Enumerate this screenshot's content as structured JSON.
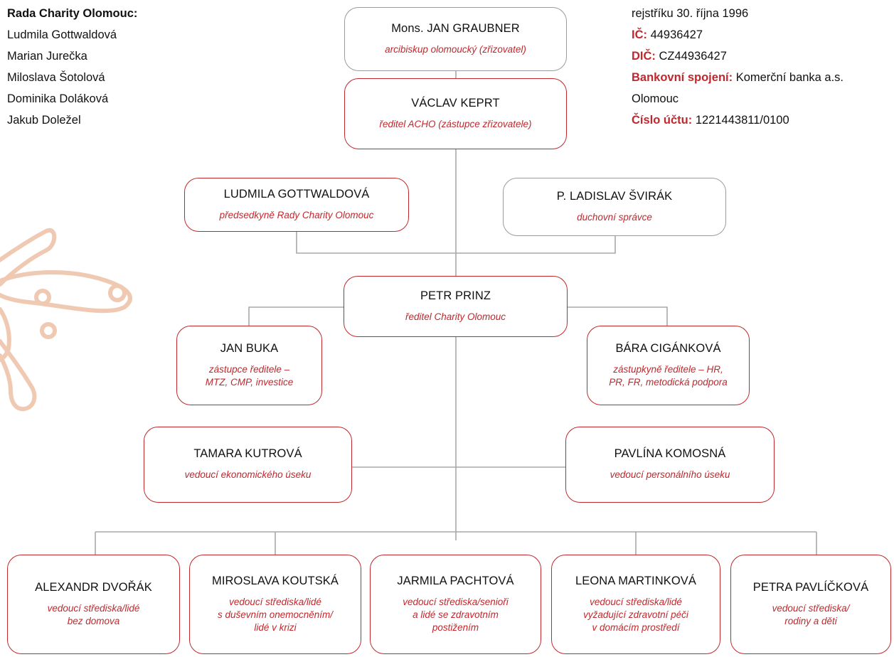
{
  "board": {
    "heading": "Rada Charity Olomouc:",
    "members": [
      "Ludmila Gottwaldová",
      "Marian Jurečka",
      "Miloslava Šotolová",
      "Dominika Doláková",
      "Jakub Doležel"
    ]
  },
  "info": {
    "registry_line": "rejstříku 30. října 1996",
    "ic_label": "IČ:",
    "ic_value": " 44936427",
    "dic_label": "DIČ:",
    "dic_value": " CZ44936427",
    "bank_label": "Bankovní spojení:",
    "bank_value": " Komerční banka a.s.",
    "bank_city": "Olomouc",
    "account_label": "Číslo účtu:",
    "account_value": " 1221443811/0100"
  },
  "colors": {
    "accent": "#c0282d",
    "grey_border": "#9a9a9a",
    "line": "#a8a8a8",
    "decor": "#f0c9b3"
  },
  "org": {
    "graubner": {
      "name": "Mons. JAN GRAUBNER",
      "role": "arcibiskup olomoucký (zřizovatel)"
    },
    "keprt": {
      "name": "VÁCLAV KEPRT",
      "role": "ředitel ACHO (zástupce zřizovatele)"
    },
    "gottwaldova": {
      "name": "LUDMILA GOTTWALDOVÁ",
      "role": "předsedkyně Rady Charity Olomouc"
    },
    "svirak": {
      "name": "P. LADISLAV ŠVIRÁK",
      "role": "duchovní správce"
    },
    "prinz": {
      "name": "PETR PRINZ",
      "role": "ředitel Charity Olomouc"
    },
    "buka": {
      "name": "JAN BUKA",
      "role": "zástupce ředitele –\nMTZ, CMP, investice"
    },
    "cigankova": {
      "name": "BÁRA CIGÁNKOVÁ",
      "role": "zástupkyně ředitele – HR,\nPR, FR, metodická podpora"
    },
    "kutrova": {
      "name": "TAMARA KUTROVÁ",
      "role": "vedoucí ekonomického úseku"
    },
    "komosna": {
      "name": "PAVLÍNA KOMOSNÁ",
      "role": "vedoucí personálního úseku"
    },
    "dvorak": {
      "name": "ALEXANDR DVOŘÁK",
      "role": "vedoucí střediska/lidé\nbez domova"
    },
    "koutska": {
      "name": "MIROSLAVA KOUTSKÁ",
      "role": "vedoucí střediska/lidé\ns duševním onemocněním/\nlidé v krizi"
    },
    "pachtova": {
      "name": "JARMILA PACHTOVÁ",
      "role": "vedoucí střediska/senioři\na lidé se zdravotním\npostižením"
    },
    "martinkova": {
      "name": "LEONA MARTINKOVÁ",
      "role": "vedoucí střediska/lidé\nvyžadující zdravotní péči\nv domácím prostředí"
    },
    "pavlickova": {
      "name": "PETRA PAVLÍČKOVÁ",
      "role": "vedoucí střediska/\nrodiny a děti"
    }
  }
}
